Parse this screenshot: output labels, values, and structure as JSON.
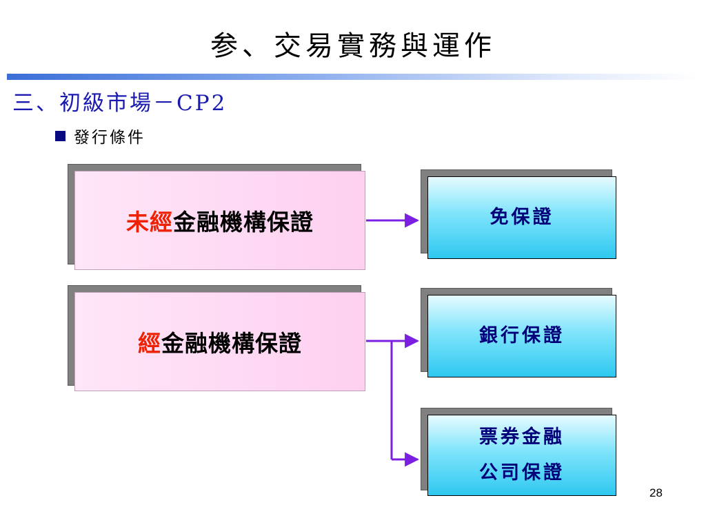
{
  "title": "参、交易實務與運作",
  "section": "三、初級市場－CP2",
  "bullet": "發行條件",
  "left_boxes": [
    {
      "prefix": "未經",
      "label": "金融機構保證"
    },
    {
      "prefix": "經",
      "label": "金融機構保證"
    }
  ],
  "right_boxes": [
    {
      "lines": [
        "免保證"
      ]
    },
    {
      "lines": [
        "銀行保證"
      ]
    },
    {
      "lines": [
        "票券金融",
        "公司保證"
      ]
    }
  ],
  "page_number": "28",
  "colors": {
    "arrow": "#7b1fe0",
    "highlight": "#ee2200",
    "cyan_text": "#00007a",
    "section_text": "#1a1ab0"
  }
}
